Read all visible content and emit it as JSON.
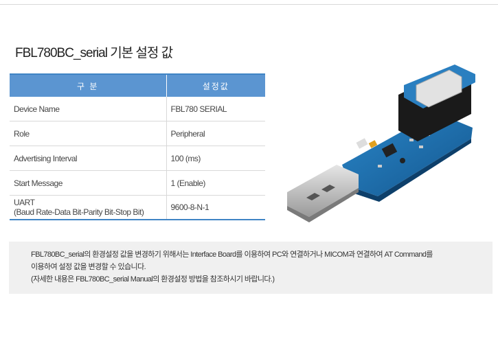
{
  "title": "FBL780BC_serial 기본 설정 값",
  "table": {
    "headers": [
      "구 분",
      "설정값"
    ],
    "rows": [
      {
        "key": "Device Name",
        "value": "FBL780 SERIAL"
      },
      {
        "key": "Role",
        "value": "Peripheral"
      },
      {
        "key": "Advertising Interval",
        "value": "100 (ms)"
      },
      {
        "key": "Start Message",
        "value": "1 (Enable)"
      },
      {
        "key_line1": "UART",
        "key_line2": "(Baud Rate-Data Bit-Parity Bit-Stop Bit)",
        "value": "9600-8-N-1"
      }
    ]
  },
  "note": {
    "line1": "FBL780BC_serial의 환경설정 값을 변경하기 위해서는 Interface Board를 이용하여 PC와 연결하거나 MICOM과 연결하여 AT Command를",
    "line2": "이용하여 설정 값을 변경할 수 있습니다.",
    "line3": "(자세한 내용은 FBL780BC_serial Manual의 환경설정 방법을 참조하시기 바랍니다.)"
  },
  "image": {
    "icon": "usb-serial-board-photo",
    "colors": {
      "pcb": "#1e6fb0",
      "module": "#e8e8e8",
      "usb": "#c8c8c8"
    }
  }
}
